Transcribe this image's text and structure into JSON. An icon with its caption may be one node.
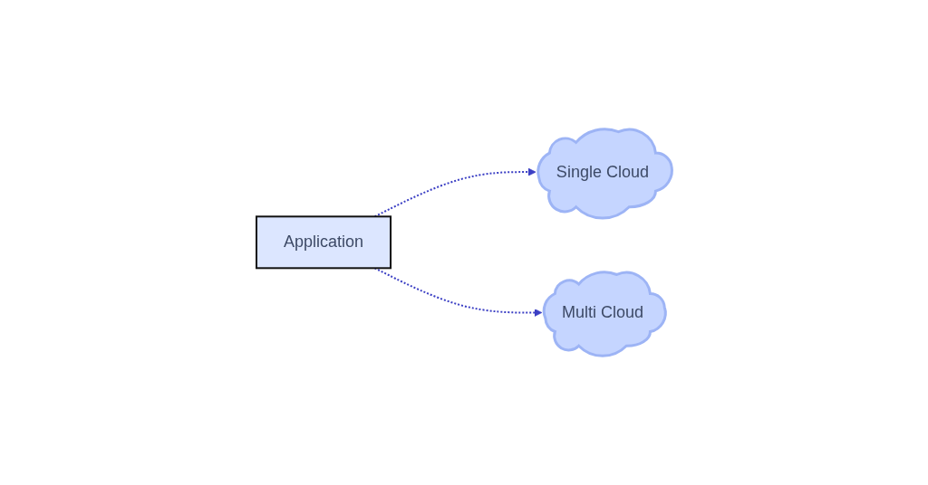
{
  "diagram": {
    "nodes": [
      {
        "text": [
          "Application"
        ]
      },
      {
        "text": [
          "Single Cloud"
        ]
      },
      {
        "text": [
          "Multi Cloud"
        ]
      }
    ],
    "edges": [
      {
        "from": 0,
        "to": 1,
        "arrow": "to",
        "style": "dashed"
      },
      {
        "from": 0,
        "to": 2,
        "arrow": "to",
        "style": "dashed"
      }
    ]
  }
}
